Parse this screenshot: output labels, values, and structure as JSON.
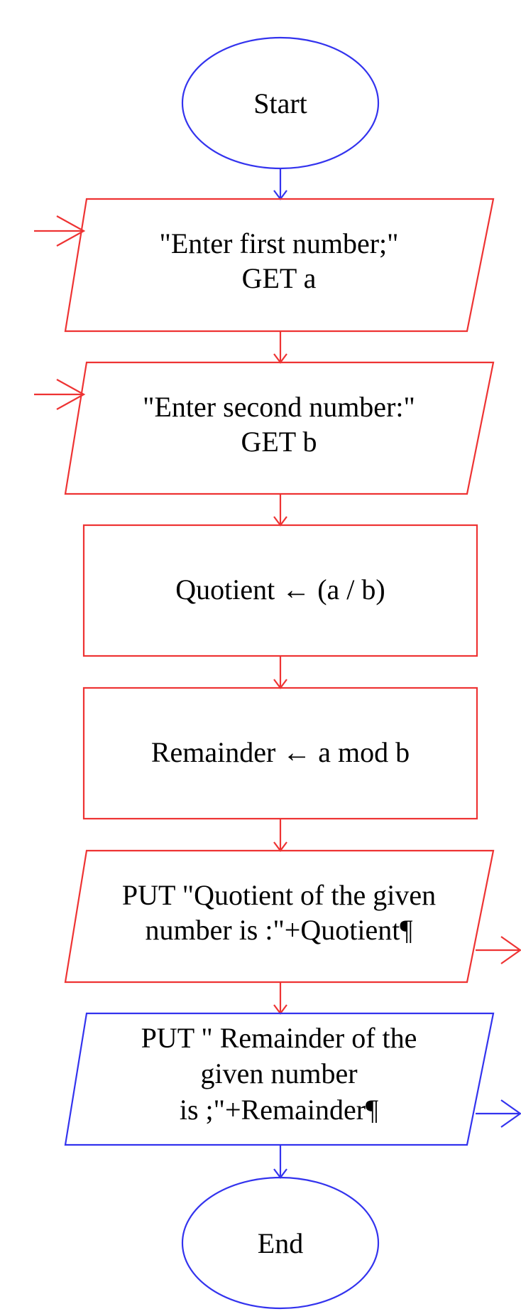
{
  "colors": {
    "blue": "#3333ee",
    "red": "#ee3333",
    "text": "#000000"
  },
  "nodes": {
    "start": {
      "shape": "ellipse",
      "color": "blue",
      "lines": [
        "Start"
      ]
    },
    "input_a": {
      "shape": "parallelogram",
      "color": "red",
      "lines": [
        "\"Enter first number;\"",
        "GET a"
      ]
    },
    "input_b": {
      "shape": "parallelogram",
      "color": "red",
      "lines": [
        "\"Enter second number:\"",
        "GET b"
      ]
    },
    "quotient": {
      "shape": "rectangle",
      "color": "red",
      "lines": [
        "Quotient ← (a / b)"
      ]
    },
    "remainder": {
      "shape": "rectangle",
      "color": "red",
      "lines": [
        "Remainder ← a mod b"
      ]
    },
    "output_quotient": {
      "shape": "parallelogram",
      "color": "red",
      "lines": [
        "PUT \"Quotient of the given",
        "number is :\"+Quotient¶"
      ]
    },
    "output_remainder": {
      "shape": "parallelogram",
      "color": "blue",
      "lines": [
        "PUT \" Remainder of the",
        "given number",
        "is ;\"+Remainder¶"
      ]
    },
    "end": {
      "shape": "ellipse",
      "color": "blue",
      "lines": [
        "End"
      ]
    }
  }
}
